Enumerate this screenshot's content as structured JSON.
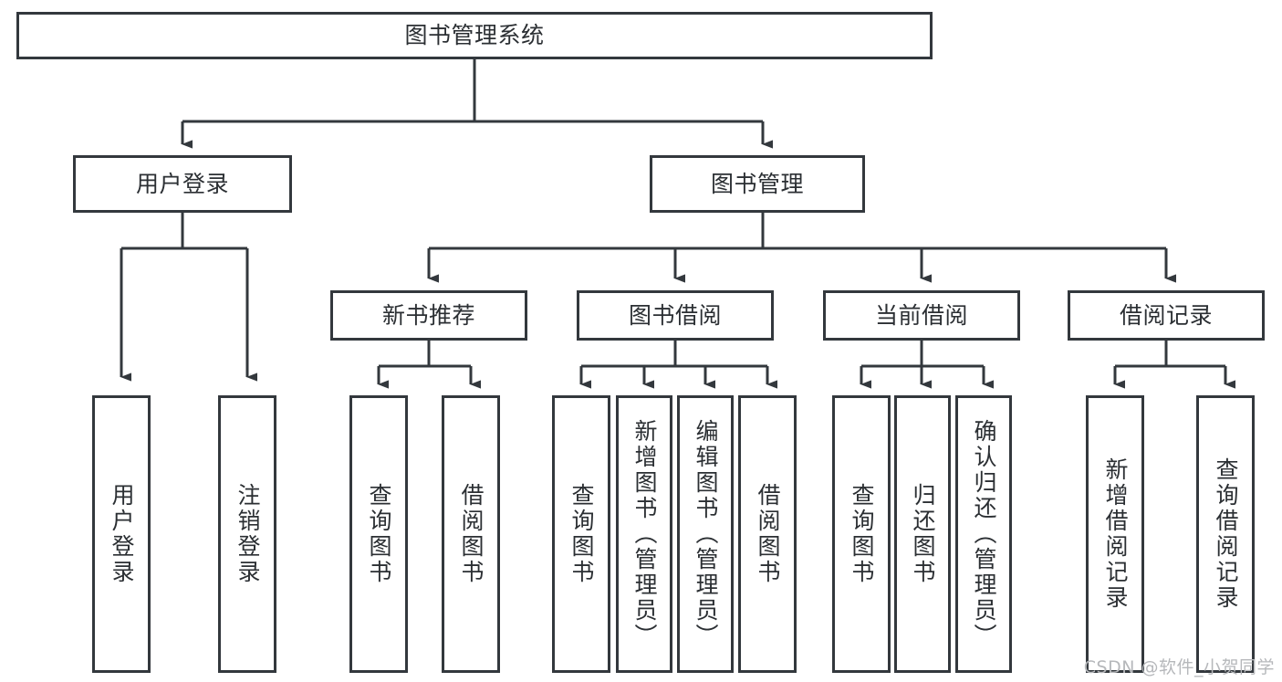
{
  "diagram": {
    "type": "tree-hierarchy",
    "title": "图书管理系统",
    "watermark": "CSDN @软件_小贺同学",
    "colors": {
      "box_border": "#33383d",
      "box_fill": "#ffffff",
      "connector": "#33383d",
      "text": "#2b2f33",
      "watermark": "#b6b8bb",
      "background": "#ffffff"
    },
    "nodes": {
      "root": {
        "label": "图书管理系统",
        "level": 0
      },
      "user_login": {
        "label": "用户登录",
        "level": 1
      },
      "book_manage": {
        "label": "图书管理",
        "level": 1
      },
      "new_book_rec": {
        "label": "新书推荐",
        "level": 2
      },
      "book_borrow": {
        "label": "图书借阅",
        "level": 2
      },
      "current_borrow": {
        "label": "当前借阅",
        "level": 2
      },
      "borrow_record": {
        "label": "借阅记录",
        "level": 2
      },
      "leaf_user_login": {
        "label": "用户登录",
        "level": 2,
        "parent": "用户登录"
      },
      "leaf_logout": {
        "label": "注销登录",
        "level": 2,
        "parent": "用户登录"
      },
      "leaf_query_book_a": {
        "label": "查询图书",
        "level": 3,
        "parent": "新书推荐"
      },
      "leaf_borrow_book_a": {
        "label": "借阅图书",
        "level": 3,
        "parent": "新书推荐"
      },
      "leaf_query_book_b": {
        "label": "查询图书",
        "level": 3,
        "parent": "图书借阅"
      },
      "leaf_add_book": {
        "label": "新增图书（管理员）",
        "level": 3,
        "parent": "图书借阅"
      },
      "leaf_edit_book": {
        "label": "编辑图书（管理员）",
        "level": 3,
        "parent": "图书借阅"
      },
      "leaf_borrow_book_b": {
        "label": "借阅图书",
        "level": 3,
        "parent": "图书借阅"
      },
      "leaf_query_book_c": {
        "label": "查询图书",
        "level": 3,
        "parent": "当前借阅"
      },
      "leaf_return_book": {
        "label": "归还图书",
        "level": 3,
        "parent": "当前借阅"
      },
      "leaf_confirm_return": {
        "label": "确认归还（管理员）",
        "level": 3,
        "parent": "当前借阅"
      },
      "leaf_add_record": {
        "label": "新增借阅记录",
        "level": 3,
        "parent": "借阅记录"
      },
      "leaf_query_record": {
        "label": "查询借阅记录",
        "level": 3,
        "parent": "借阅记录"
      }
    }
  }
}
